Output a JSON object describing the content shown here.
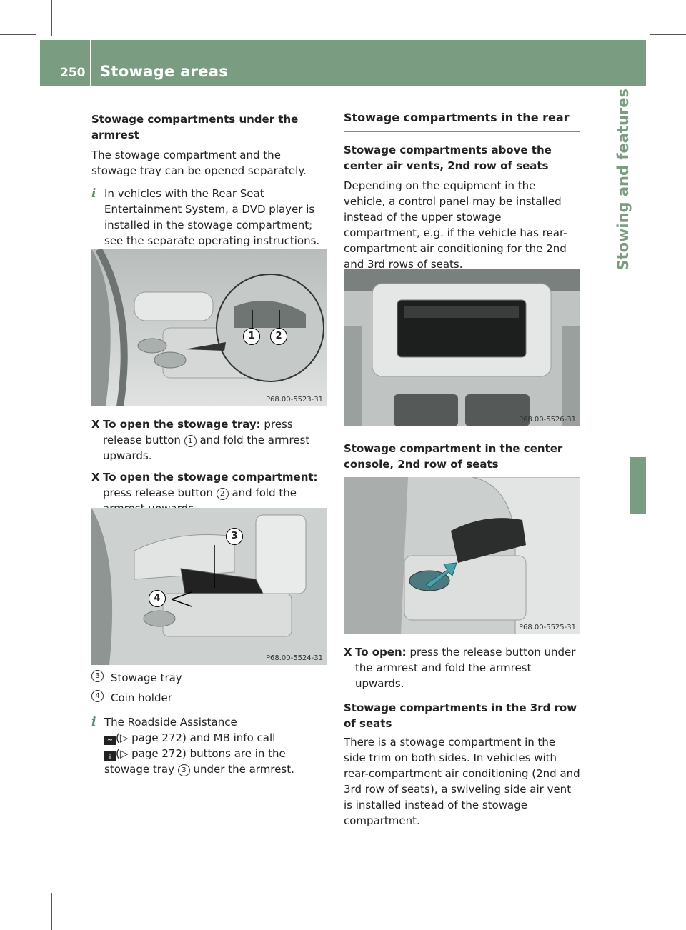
{
  "header": {
    "page_number": "250",
    "title": "Stowage areas",
    "side_title": "Stowing and features"
  },
  "left": {
    "heading": "Stowage compartments under the armrest",
    "intro": "The stowage compartment and the stowage tray can be opened separately.",
    "info1": "In vehicles with the Rear Seat Entertainment System, a DVD player is installed in the stowage compartment; see the separate operating instructions.",
    "fig1_code": "P68.00-5523-31",
    "fig1_callouts": [
      "1",
      "2"
    ],
    "step1_bold": "To open the stowage tray:",
    "step1_a": " press release button ",
    "step1_num": "1",
    "step1_b": " and fold the armrest upwards.",
    "step2_bold": "To open the stowage compartment:",
    "step2_a": " press release button ",
    "step2_num": "2",
    "step2_b": " and fold the armrest upwards.",
    "fig2_code": "P68.00-5524-31",
    "fig2_callouts": [
      "3",
      "4"
    ],
    "legend": [
      {
        "num": "3",
        "text": "Stowage tray"
      },
      {
        "num": "4",
        "text": "Coin holder"
      }
    ],
    "info2_a": "The Roadside Assistance",
    "info2_icon1": "~",
    "info2_b": "(▷ page 272) and MB info call",
    "info2_icon2": "¡",
    "info2_c": "(▷ page 272) buttons are in the stowage tray ",
    "info2_num": "3",
    "info2_d": " under the armrest."
  },
  "right": {
    "section_title": "Stowage compartments in the rear",
    "sub1": "Stowage compartments above the center air vents, 2nd row of seats",
    "para1": "Depending on the equipment in the vehicle, a control panel may be installed instead of the upper stowage compartment, e.g. if the vehicle has rear-compartment air conditioning for the 2nd and 3rd rows of seats.",
    "fig3_code": "P68.00-5526-31",
    "sub2": "Stowage compartment in the center console, 2nd row of seats",
    "fig4_code": "P68.00-5525-31",
    "step_bold": "To open:",
    "step_text": " press the release button under the armrest and fold the armrest upwards.",
    "sub3": "Stowage compartments in the 3rd row of seats",
    "para2": "There is a stowage compartment in the side trim on both sides. In vehicles with rear-compartment air conditioning (2nd and 3rd row of seats), a swiveling side air vent is installed instead of the stowage compartment."
  }
}
